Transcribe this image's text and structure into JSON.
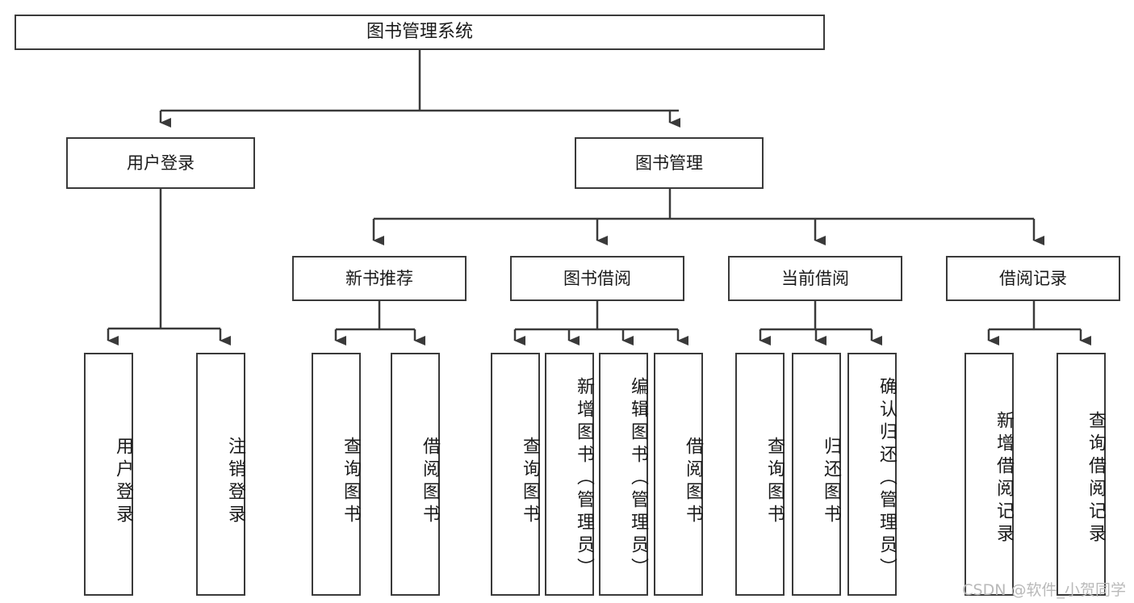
{
  "diagram": {
    "title_node": {
      "label": "图书管理系统"
    },
    "level2": [
      {
        "label": "用户登录"
      },
      {
        "label": "图书管理"
      }
    ],
    "level3": [
      {
        "label": "新书推荐"
      },
      {
        "label": "图书借阅"
      },
      {
        "label": "当前借阅"
      },
      {
        "label": "借阅记录"
      }
    ],
    "leaves": {
      "user_login": [
        {
          "label": "用户登录"
        },
        {
          "label": "注销登录"
        }
      ],
      "new_book": [
        {
          "label": "查询图书"
        },
        {
          "label": "借阅图书"
        }
      ],
      "book_borrow": [
        {
          "label": "查询图书"
        },
        {
          "label": "新增图书（管理员）"
        },
        {
          "label": "编辑图书（管理员）"
        },
        {
          "label": "借阅图书"
        }
      ],
      "current_borrow": [
        {
          "label": "查询图书"
        },
        {
          "label": "归还图书"
        },
        {
          "label": "确认归还（管理员）"
        }
      ],
      "borrow_record": [
        {
          "label": "新增借阅记录"
        },
        {
          "label": "查询借阅记录"
        }
      ]
    }
  },
  "watermark": {
    "text": "CSDN @软件_小贺同学"
  },
  "colors": {
    "stroke": "#3a3a3a",
    "background": "#ffffff",
    "text": "#1a1a1a",
    "watermark": "#b9b9b9"
  }
}
